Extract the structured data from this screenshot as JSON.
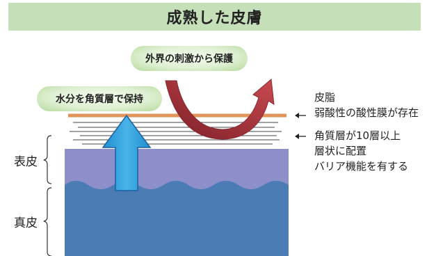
{
  "title": "成熟した皮膚",
  "bubbles": {
    "protect": "外界の刺激から保護",
    "moisture": "水分を角質層で保持"
  },
  "annotations": {
    "sebum_title": "皮脂",
    "sebum_desc": "弱酸性の酸性膜が存在",
    "stratum_line1": "角質層が10層以上",
    "stratum_line2": "層状に配置",
    "stratum_line3": "バリア機能を有する"
  },
  "layers": {
    "epidermis": "表皮",
    "dermis": "真皮"
  },
  "colors": {
    "title_bg": "#c5dfb8",
    "sebum_line": "#e0955b",
    "epidermis": "#8d8fca",
    "dermis": "#4a7bb2",
    "up_arrow": "#2ea0dc",
    "curved_arrow": "#a8343a",
    "bubble": "#dff0d3"
  },
  "icons": [
    "up-arrow-icon",
    "curved-arrow-icon",
    "left-arrow-icon"
  ]
}
